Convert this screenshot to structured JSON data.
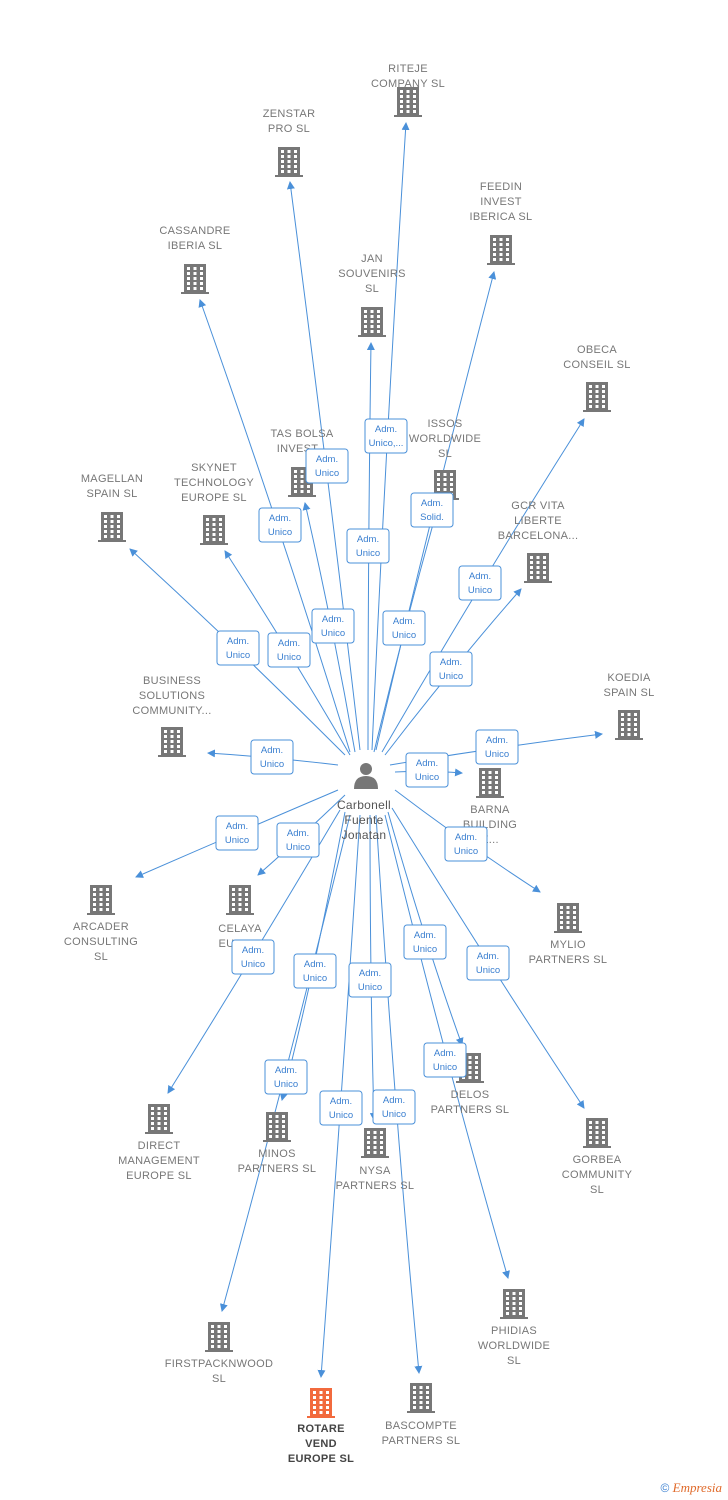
{
  "person": {
    "label_lines": [
      "Carbonell",
      "Fuente",
      "Jonatan"
    ]
  },
  "companies": [
    {
      "id": "riteje",
      "label_lines": [
        "RITEJE",
        "COMPANY SL"
      ],
      "highlight": false
    },
    {
      "id": "zenstar",
      "label_lines": [
        "ZENSTAR",
        "PRO  SL"
      ],
      "highlight": false
    },
    {
      "id": "feedin",
      "label_lines": [
        "FEEDIN",
        "INVEST",
        "IBERICA SL"
      ],
      "highlight": false
    },
    {
      "id": "cassandre",
      "label_lines": [
        "CASSANDRE",
        "IBERIA  SL"
      ],
      "highlight": false
    },
    {
      "id": "jan",
      "label_lines": [
        "JAN",
        "SOUVENIRS",
        "SL"
      ],
      "highlight": false
    },
    {
      "id": "obeca",
      "label_lines": [
        "OBECA",
        "CONSEIL  SL"
      ],
      "highlight": false
    },
    {
      "id": "tasbolsa",
      "label_lines": [
        "TAS BOLSA",
        "INVEST..."
      ],
      "highlight": false
    },
    {
      "id": "issos",
      "label_lines": [
        "ISSOS",
        "WORLDWIDE",
        "SL"
      ],
      "highlight": false
    },
    {
      "id": "magellan",
      "label_lines": [
        "MAGELLAN",
        "SPAIN  SL"
      ],
      "highlight": false
    },
    {
      "id": "skynet",
      "label_lines": [
        "SKYNET",
        "TECHNOLOGY",
        "EUROPE  SL"
      ],
      "highlight": false
    },
    {
      "id": "gcrvita",
      "label_lines": [
        "GCR VITA",
        "LIBERTE",
        "BARCELONA..."
      ],
      "highlight": false
    },
    {
      "id": "business",
      "label_lines": [
        "BUSINESS",
        "SOLUTIONS",
        "COMMUNITY..."
      ],
      "highlight": false
    },
    {
      "id": "koedia",
      "label_lines": [
        "KOEDIA",
        "SPAIN  SL"
      ],
      "highlight": false
    },
    {
      "id": "barna",
      "label_lines": [
        "BARNA",
        "BUILDING",
        "E..."
      ],
      "highlight": false
    },
    {
      "id": "arcader",
      "label_lines": [
        "ARCADER",
        "CONSULTING",
        "SL"
      ],
      "highlight": false
    },
    {
      "id": "celaya",
      "label_lines": [
        "CELAYA",
        "EURO..."
      ],
      "highlight": false
    },
    {
      "id": "mylio",
      "label_lines": [
        "MYLIO",
        "PARTNERS  SL"
      ],
      "highlight": false
    },
    {
      "id": "direct",
      "label_lines": [
        "DIRECT",
        "MANAGEMENT",
        "EUROPE SL"
      ],
      "highlight": false
    },
    {
      "id": "minos",
      "label_lines": [
        "MINOS",
        "PARTNERS  SL"
      ],
      "highlight": false
    },
    {
      "id": "delos",
      "label_lines": [
        "DELOS",
        "PARTNERS  SL"
      ],
      "highlight": false
    },
    {
      "id": "nysa",
      "label_lines": [
        "NYSA",
        "PARTNERS  SL"
      ],
      "highlight": false
    },
    {
      "id": "gorbea",
      "label_lines": [
        "GORBEA",
        "COMMUNITY",
        "SL"
      ],
      "highlight": false
    },
    {
      "id": "phidias",
      "label_lines": [
        "PHIDIAS",
        "WORLDWIDE",
        "SL"
      ],
      "highlight": false
    },
    {
      "id": "firstpack",
      "label_lines": [
        "FIRSTPACKNWOOD",
        "SL"
      ],
      "highlight": false
    },
    {
      "id": "rotare",
      "label_lines": [
        "ROTARE",
        "VEND",
        "EUROPE  SL"
      ],
      "highlight": true
    },
    {
      "id": "bascompte",
      "label_lines": [
        "BASCOMPTE",
        "PARTNERS SL"
      ],
      "highlight": false
    }
  ],
  "edge_labels": [
    {
      "id": "riteje",
      "lines": [
        "Adm.",
        "Unico,..."
      ]
    },
    {
      "id": "zenstar",
      "lines": [
        "Adm.",
        "Unico"
      ]
    },
    {
      "id": "feedin",
      "lines": [
        "Adm.",
        "Solid."
      ]
    },
    {
      "id": "cassandre",
      "lines": [
        "Adm.",
        "Unico"
      ]
    },
    {
      "id": "jan",
      "lines": [
        "Adm.",
        "Unico"
      ]
    },
    {
      "id": "obeca",
      "lines": [
        "Adm.",
        "Unico"
      ]
    },
    {
      "id": "tasbolsa",
      "lines": [
        "Adm.",
        "Unico"
      ]
    },
    {
      "id": "issos",
      "lines": [
        "Adm.",
        "Unico"
      ]
    },
    {
      "id": "magellan",
      "lines": [
        "Adm.",
        "Unico"
      ]
    },
    {
      "id": "skynet",
      "lines": [
        "Adm.",
        "Unico"
      ]
    },
    {
      "id": "gcrvita",
      "lines": [
        "Adm.",
        "Unico"
      ]
    },
    {
      "id": "business",
      "lines": [
        "Adm.",
        "Unico"
      ]
    },
    {
      "id": "koedia",
      "lines": [
        "Adm.",
        "Unico"
      ]
    },
    {
      "id": "barna",
      "lines": [
        "Adm.",
        "Unico"
      ]
    },
    {
      "id": "arcader",
      "lines": [
        "Adm.",
        "Unico"
      ]
    },
    {
      "id": "celaya",
      "lines": [
        "Adm.",
        "Unico"
      ]
    },
    {
      "id": "mylio",
      "lines": [
        "Adm.",
        "Unico"
      ]
    },
    {
      "id": "direct",
      "lines": [
        "Adm.",
        "Unico"
      ]
    },
    {
      "id": "minos",
      "lines": [
        "Adm.",
        "Unico"
      ]
    },
    {
      "id": "delos",
      "lines": [
        "Adm.",
        "Unico"
      ]
    },
    {
      "id": "nysa",
      "lines": [
        "Adm.",
        "Unico"
      ]
    },
    {
      "id": "gorbea",
      "lines": [
        "Adm.",
        "Unico"
      ]
    },
    {
      "id": "phidias",
      "lines": [
        "Adm.",
        "Unico"
      ]
    },
    {
      "id": "firstpack",
      "lines": [
        "Adm.",
        "Unico"
      ]
    },
    {
      "id": "rotare",
      "lines": [
        "Adm.",
        "Unico"
      ]
    },
    {
      "id": "bascompte",
      "lines": [
        "Adm.",
        "Unico"
      ]
    }
  ],
  "colors": {
    "edge": "#4a90d9",
    "building": "#777777",
    "building_highlight": "#f26a3d",
    "person": "#777777"
  },
  "footer": {
    "copyright": "©",
    "brand": "Empresia"
  }
}
